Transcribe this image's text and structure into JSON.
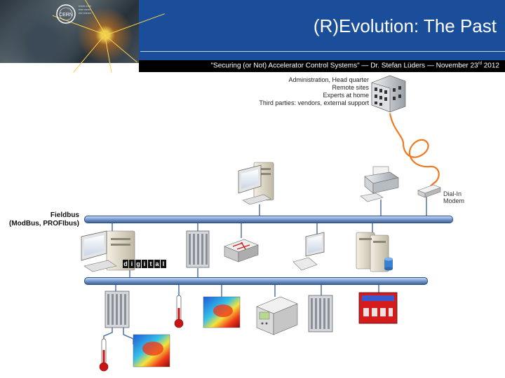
{
  "header": {
    "title": "(R)Evolution: The Past",
    "subtitle": "\"Securing (or Not) Accelerator Control Systems\" — Dr. Stefan Lüders — November 23",
    "subtitle_sup": "rd",
    "subtitle_year": " 2012",
    "logo_text": "CERN"
  },
  "remote": {
    "lines": [
      "Administration, Head quarter",
      "Remote sites",
      "Experts at home",
      "Third parties: vendors, external support"
    ]
  },
  "modem": {
    "label_line1": "Dial-In",
    "label_line2": "Modem"
  },
  "fieldbus": {
    "line1": "Fieldbus",
    "line2": "(ModBus, PROFIbus)"
  },
  "digital": {
    "letters": [
      "d",
      "i",
      "g",
      "i",
      "t",
      "a",
      "l"
    ]
  },
  "colors": {
    "banner": "#1a4d9a",
    "bus": "#6f93c8",
    "cable": "#f07a22",
    "thermometer": "#c81414"
  }
}
